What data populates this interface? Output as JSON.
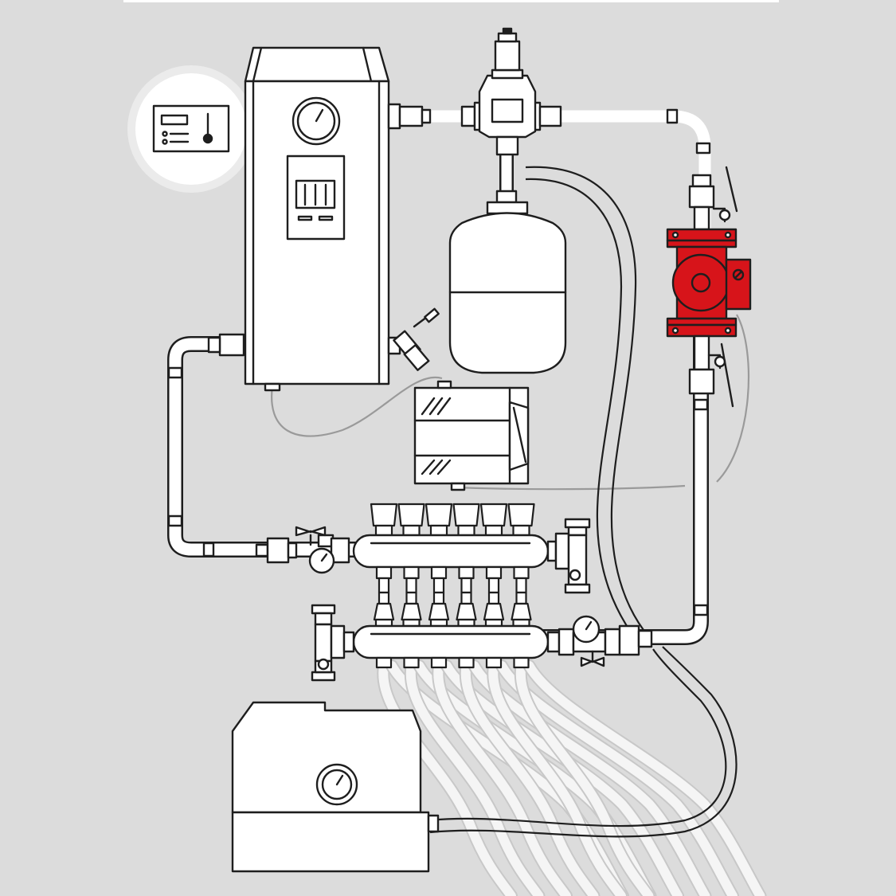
{
  "diagram": {
    "title": "",
    "colors": {
      "background": "#dcdcdc",
      "line": "#1e1e1e",
      "fill": "#ffffff",
      "accent": "#d7141a",
      "cable": "#9a9a9a",
      "loop_pipe": "#f5f5f5",
      "badge_ring": "#ebebeb"
    },
    "components": [
      {
        "id": "thermostat",
        "icon": "thermostat-panel-icon"
      },
      {
        "id": "electric-boiler",
        "icon": "boiler-icon"
      },
      {
        "id": "boiler-pressure-gauge",
        "icon": "pressure-gauge-icon"
      },
      {
        "id": "safety-valve-group",
        "icon": "safety-valve-icon"
      },
      {
        "id": "expansion-tank",
        "icon": "expansion-tank-icon"
      },
      {
        "id": "circulation-pump",
        "icon": "pump-icon",
        "highlighted": true
      },
      {
        "id": "control-unit",
        "icon": "control-box-icon"
      },
      {
        "id": "supply-manifold",
        "icon": "manifold-icon"
      },
      {
        "id": "return-manifold",
        "icon": "manifold-icon"
      },
      {
        "id": "filling-unit",
        "icon": "filling-tank-icon"
      }
    ],
    "manifold_outlets": 6,
    "floor_loops": 6
  }
}
